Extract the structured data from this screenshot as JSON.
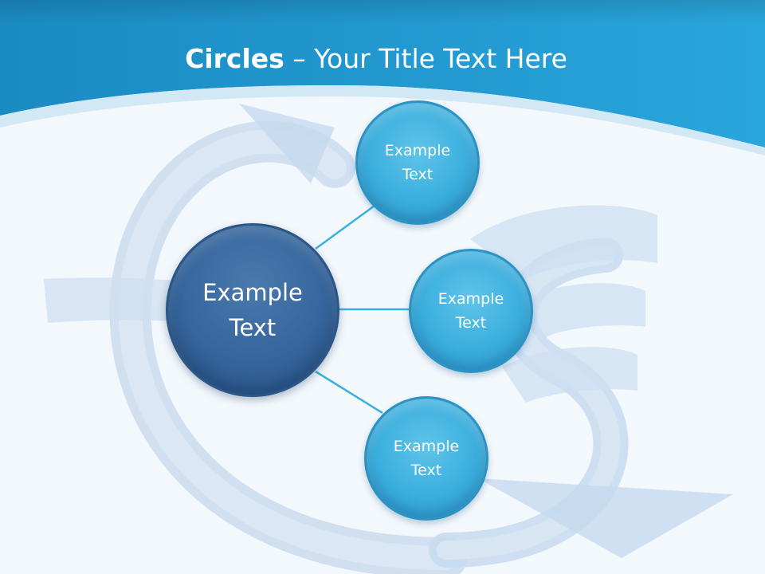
{
  "slide": {
    "title_bold": "Circles",
    "title_rest": " – Your Title Text Here"
  },
  "diagram": {
    "center": {
      "label": "Example\nText"
    },
    "satellites": [
      {
        "label": "Example\nText"
      },
      {
        "label": "Example\nText"
      },
      {
        "label": "Example\nText"
      }
    ]
  },
  "colors": {
    "header_blue": "#1d8fc6",
    "center_circle": "#35659c",
    "satellite_circle": "#3aaedd",
    "connector": "#3ab0de",
    "background": "#f3f8fc"
  }
}
